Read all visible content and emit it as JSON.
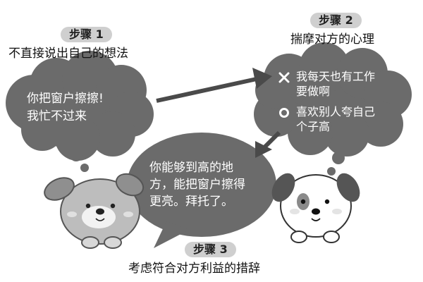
{
  "steps": [
    {
      "label": "步骤 1",
      "caption": "不直接说出自己的想法"
    },
    {
      "label": "步骤 2",
      "caption": "揣摩对方的心理"
    },
    {
      "label": "步骤 3",
      "caption": "考虑符合对方利益的措辞"
    }
  ],
  "left_bubble": {
    "lines": [
      "你把窗户擦擦!",
      "我忙不过来"
    ]
  },
  "right_bubble": {
    "options": [
      {
        "icon": "cross-mark-icon",
        "lines": [
          "我每天也有工作",
          "要做啊"
        ]
      },
      {
        "icon": "circle-mark-icon",
        "lines": [
          "喜欢别人夸自己",
          "个子高"
        ]
      }
    ]
  },
  "center_bubble": {
    "lines": [
      "你能够到高的地",
      "方，能把窗户擦得",
      "更亮。拜托了。"
    ]
  },
  "colors": {
    "bubble": "#6b6b6b",
    "pill": "#cfcfcf",
    "arrow": "#4a4a4a"
  }
}
